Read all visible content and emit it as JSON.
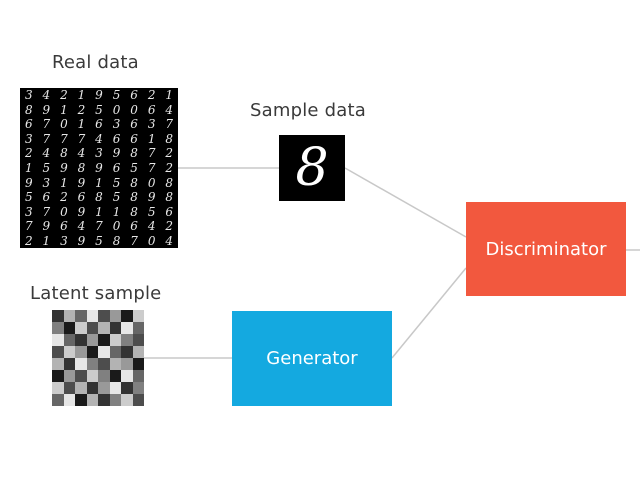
{
  "labels": {
    "real_data": "Real data",
    "sample_data": "Sample data",
    "latent_sample": "Latent sample"
  },
  "nodes": {
    "discriminator": {
      "label": "Discriminator",
      "color": "#f2583e"
    },
    "generator": {
      "label": "Generator",
      "color": "#14a9e0"
    }
  },
  "sample_digit": "8",
  "mnist_rows": [
    "342195621",
    "891250064",
    "670163637",
    "377746618",
    "248439872",
    "159896572",
    "931915808",
    "562685898",
    "370911856",
    "796470642",
    "213958704"
  ],
  "noise_levels": [
    0.2,
    0.7,
    0.4,
    0.9,
    0.3,
    0.6,
    0.1,
    0.8,
    0.5,
    0.1,
    0.8,
    0.3,
    0.7,
    0.2,
    0.9,
    0.4,
    0.9,
    0.4,
    0.2,
    0.6,
    0.1,
    0.8,
    0.5,
    0.3,
    0.3,
    0.8,
    0.6,
    0.1,
    0.9,
    0.4,
    0.2,
    0.7,
    0.7,
    0.2,
    0.9,
    0.5,
    0.3,
    0.7,
    0.6,
    0.1,
    0.1,
    0.6,
    0.3,
    0.8,
    0.5,
    0.1,
    0.9,
    0.4,
    0.8,
    0.3,
    0.7,
    0.2,
    0.6,
    0.9,
    0.2,
    0.5,
    0.4,
    0.9,
    0.1,
    0.7,
    0.2,
    0.5,
    0.8,
    0.3
  ]
}
